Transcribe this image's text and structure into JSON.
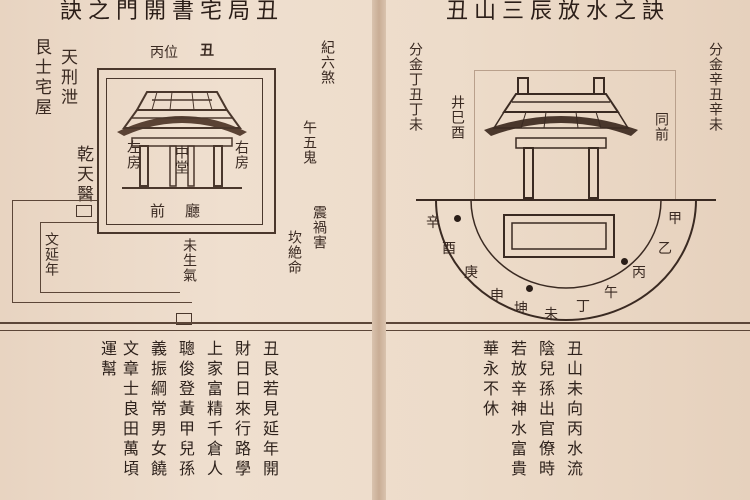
{
  "left": {
    "title": "訣之門開書宅局丑",
    "top_labels": [
      {
        "id": "genshi",
        "text": "艮士宅屋"
      },
      {
        "id": "tianxie",
        "text": "天刑泄"
      },
      {
        "id": "qiantian",
        "text": "乾天醫"
      }
    ],
    "bing_label": "丙位",
    "chou_label": "丑",
    "right_labels": [
      {
        "id": "liusha",
        "text": "紀六煞"
      },
      {
        "id": "wugui",
        "text": "午五鬼"
      },
      {
        "id": "huohai",
        "text": "震禍害"
      },
      {
        "id": "jueming",
        "text": "坎絶命"
      }
    ],
    "hall": {
      "center": "中堂",
      "left_room": "右房",
      "right_room": "左房",
      "front": "前廳"
    },
    "yannian": "文延年",
    "weisheng": "未生氣",
    "poem_columns": [
      "丑艮若見延年開",
      "財日日來行路學",
      "上家富精千倉人",
      "聰俊登黃甲兒孫",
      "義振綱常男女饒",
      "文章士良田萬頃",
      "運幫"
    ]
  },
  "right": {
    "title": "丑山三辰放水之訣",
    "left_labels": [
      "分金丁丑丁未",
      "井巳酉"
    ],
    "right_labels": [
      "分金辛丑辛未",
      "同前"
    ],
    "arc_chars": [
      "辛",
      "酉",
      "庚",
      "申",
      "坤",
      "未",
      "丁",
      "午",
      "丙",
      "乙"
    ],
    "arc_side_top": "甲",
    "poem_columns": [
      "丑山未向丙水流",
      "陰兒孫出官僚時",
      "若放辛神水富貴",
      "華永不休"
    ]
  }
}
